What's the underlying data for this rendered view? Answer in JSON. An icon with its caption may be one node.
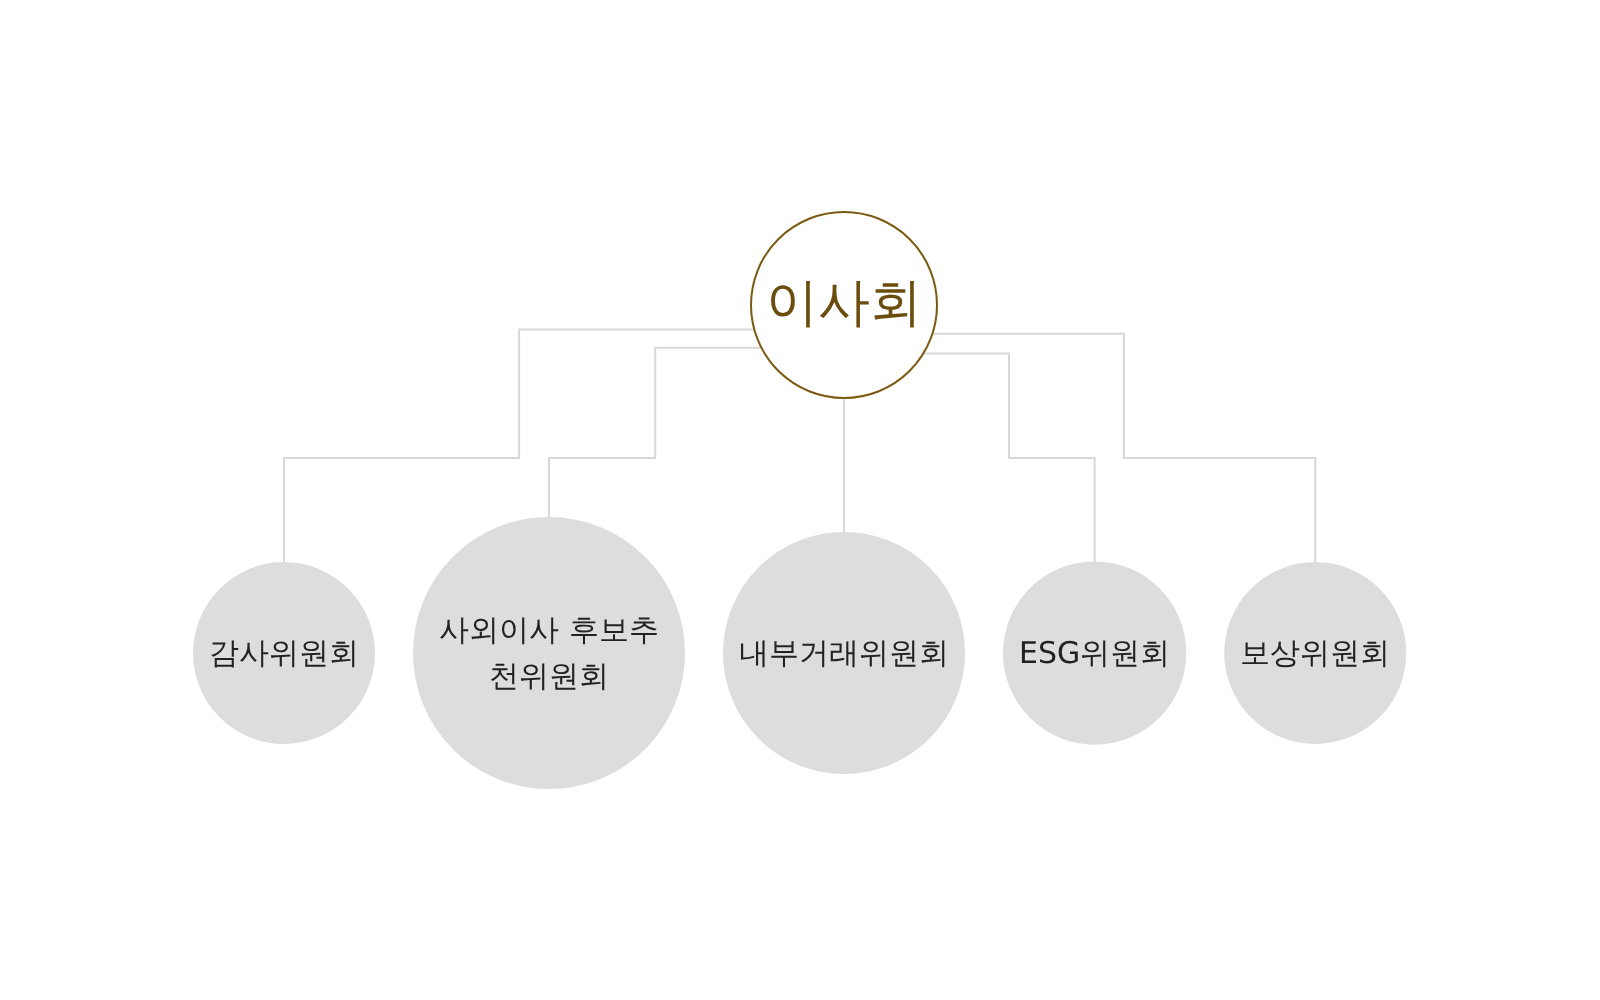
{
  "diagram": {
    "nodes": [
      {
        "text": [
          "이사회"
        ]
      },
      {
        "text": [
          "감사위원회"
        ]
      },
      {
        "text": [
          "사외이사 후보추천위원회"
        ]
      },
      {
        "text": [
          "내부거래위원회"
        ]
      },
      {
        "text": [
          "ESG위원회"
        ]
      },
      {
        "text": [
          "보상위원회"
        ]
      }
    ],
    "edges": [
      {
        "from": 0,
        "to": 1,
        "arrow": "none"
      },
      {
        "from": 0,
        "to": 2,
        "arrow": "none"
      },
      {
        "from": 0,
        "to": 3,
        "arrow": "none"
      },
      {
        "from": 0,
        "to": 4,
        "arrow": "none"
      },
      {
        "from": 0,
        "to": 5,
        "arrow": "none"
      }
    ]
  }
}
